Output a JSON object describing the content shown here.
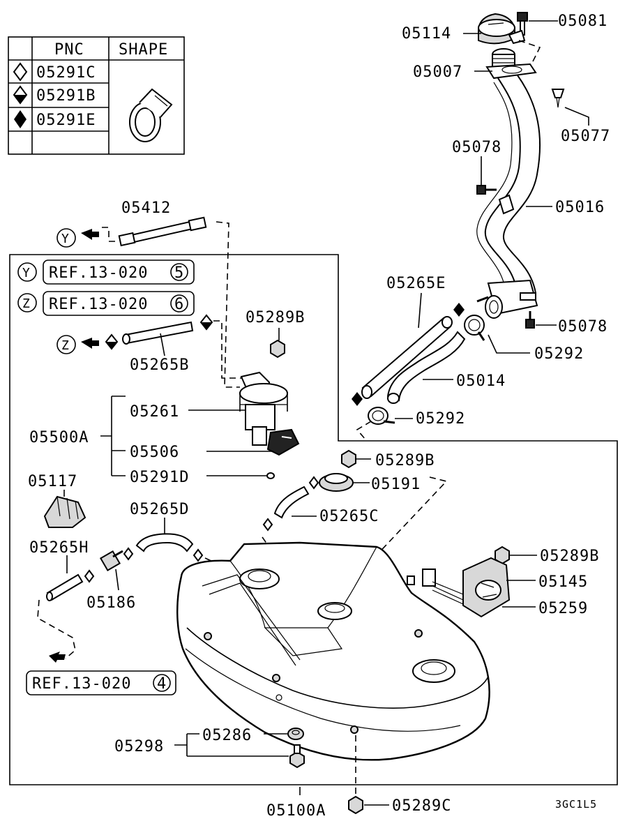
{
  "legend": {
    "headers": [
      "PNC",
      "SHAPE"
    ],
    "rows": [
      {
        "symbol": "diamond-outline-icon",
        "pnc": "05291C"
      },
      {
        "symbol": "diamond-half-icon",
        "pnc": "05291B"
      },
      {
        "symbol": "diamond-filled-icon",
        "pnc": "05291E"
      }
    ]
  },
  "refs": {
    "y_marker": "Y",
    "y_text": "REF.13-020",
    "y_num": "5",
    "z_marker": "Z",
    "z_text": "REF.13-020",
    "z_num": "6",
    "bottom_text": "REF.13-020",
    "bottom_num": "4",
    "arrow_y": "Y",
    "arrow_z": "Z"
  },
  "labels": {
    "p05081": "05081",
    "p05114": "05114",
    "p05007": "05007",
    "p05077": "05077",
    "p05078a": "05078",
    "p05016": "05016",
    "p05412": "05412",
    "p05265E": "05265E",
    "p05078b": "05078",
    "p05289Ba": "05289B",
    "p05292a": "05292",
    "p05265B": "05265B",
    "p05014": "05014",
    "p05261": "05261",
    "p05292b": "05292",
    "p05500A": "05500A",
    "p05506": "05506",
    "p05289Bb": "05289B",
    "p05291D": "05291D",
    "p05191": "05191",
    "p05117": "05117",
    "p05265D": "05265D",
    "p05265C": "05265C",
    "p05265H": "05265H",
    "p05289Bc": "05289B",
    "p05145": "05145",
    "p05186": "05186",
    "p05259": "05259",
    "p05286": "05286",
    "p05298": "05298",
    "p05100A": "05100A",
    "p05289C": "05289C",
    "code": "3GC1L5"
  }
}
